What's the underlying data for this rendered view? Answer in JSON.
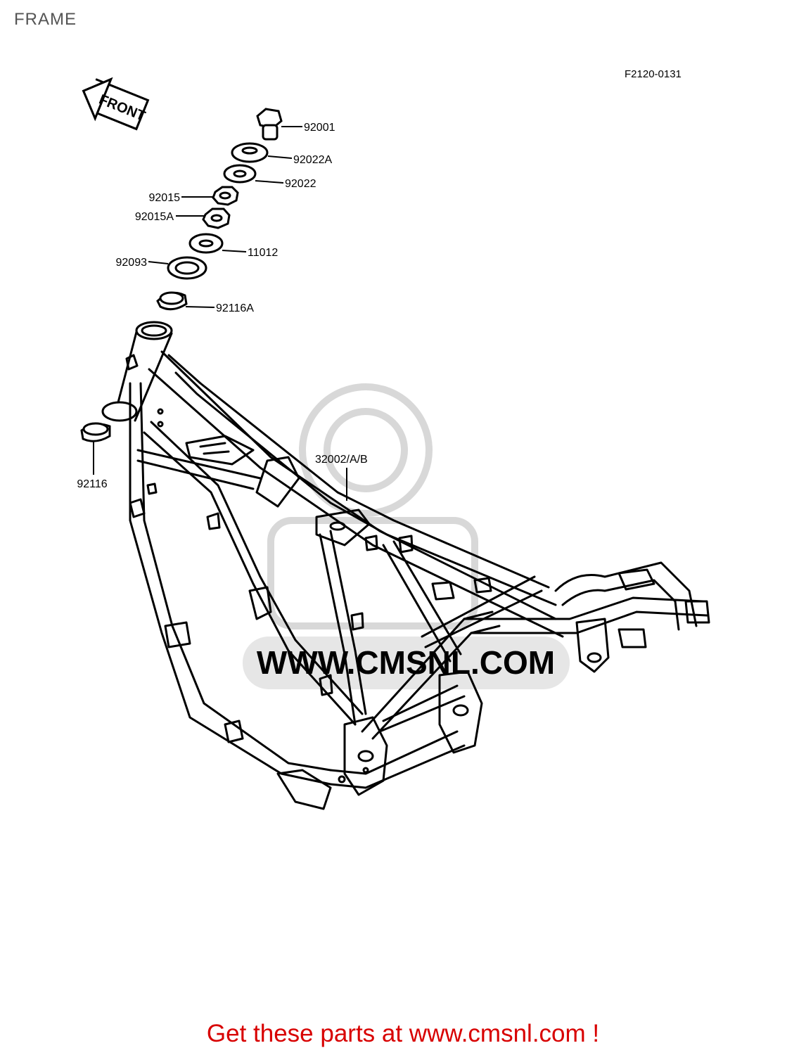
{
  "page": {
    "title": "FRAME",
    "figure_code": "F2120-0131",
    "front_label": "FRONT",
    "watermark_url": "WWW.CMSNL.COM",
    "footer_link": "Get these parts at www.cmsnl.com !"
  },
  "parts": [
    {
      "id": "p-92001",
      "label": "92001"
    },
    {
      "id": "p-92022a",
      "label": "92022A"
    },
    {
      "id": "p-92022",
      "label": "92022"
    },
    {
      "id": "p-92015",
      "label": "92015"
    },
    {
      "id": "p-92015a",
      "label": "92015A"
    },
    {
      "id": "p-11012",
      "label": "11012"
    },
    {
      "id": "p-92093",
      "label": "92093"
    },
    {
      "id": "p-92116a",
      "label": "92116A"
    },
    {
      "id": "p-32002",
      "label": "32002/A/B"
    },
    {
      "id": "p-92116",
      "label": "92116"
    }
  ],
  "colors": {
    "line": "#000000",
    "title": "#555555",
    "footer": "#d80000",
    "watermark": "#d8d8d8"
  }
}
